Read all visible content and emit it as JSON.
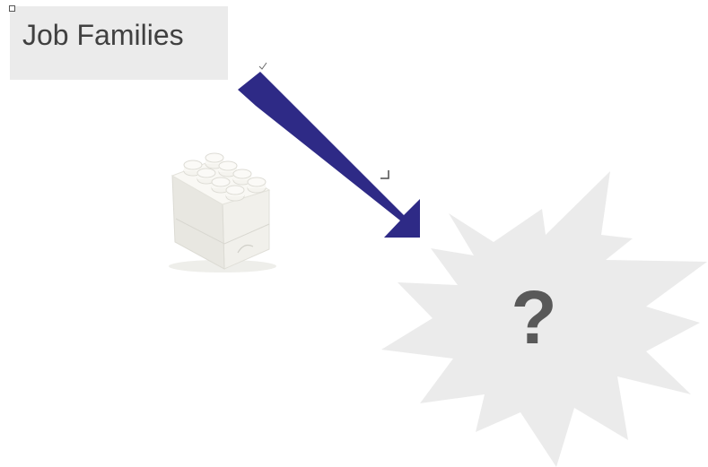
{
  "title": "Job Families",
  "starburst_label": "?",
  "colors": {
    "title_background": "#ebebeb",
    "title_text": "#404040",
    "arrow": "#2e2a86",
    "starburst": "#ebebeb",
    "question_mark": "#595959",
    "brick": "#f4f3ee"
  },
  "icons": {
    "brick": "lego-brick-icon",
    "arrow": "diagonal-arrow",
    "burst": "starburst-shape"
  }
}
